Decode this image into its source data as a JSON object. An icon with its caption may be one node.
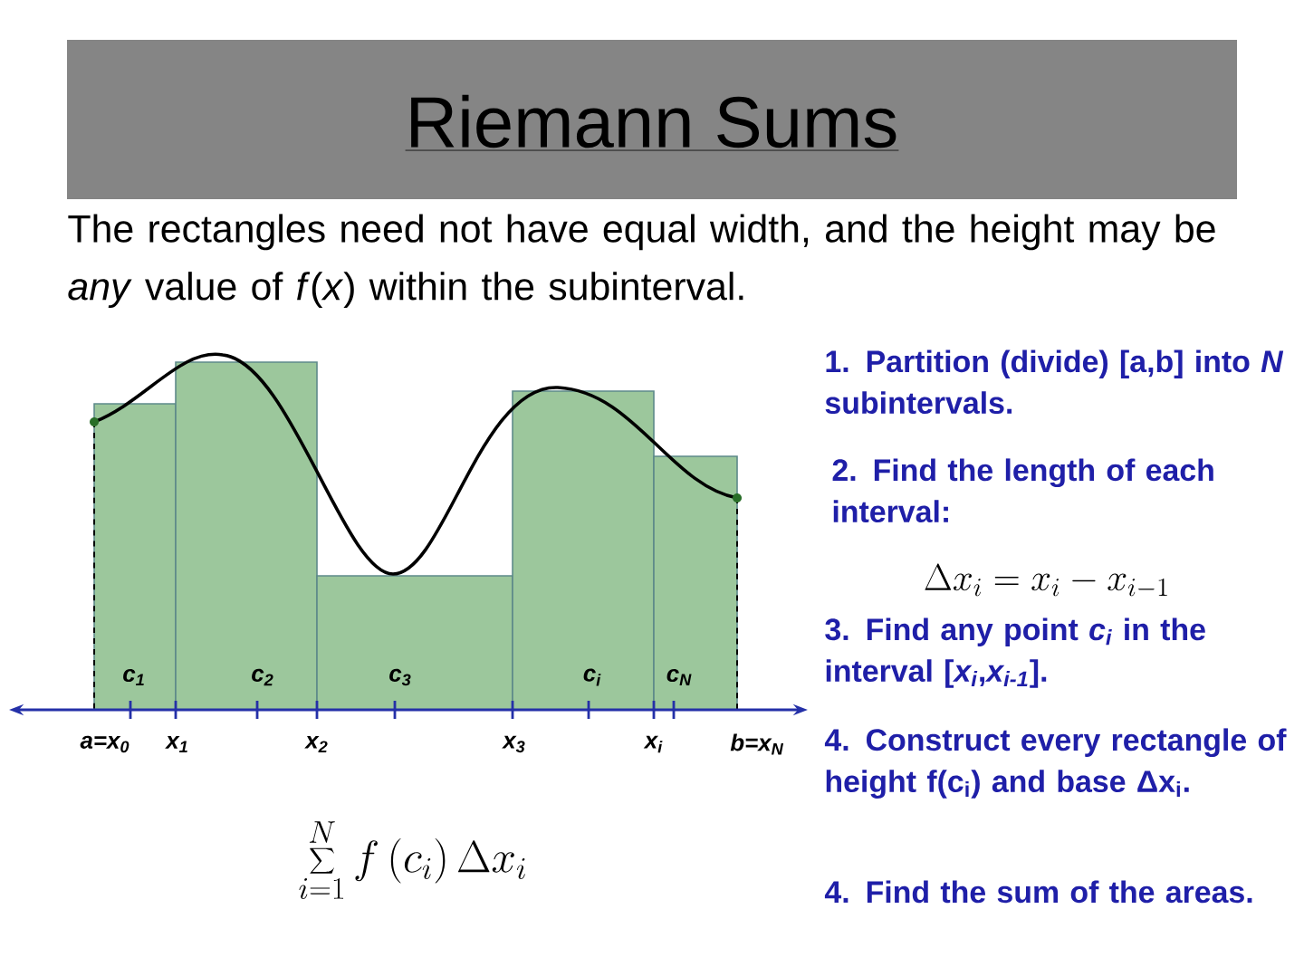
{
  "diagram": {
    "title": "Riemann Sums",
    "labels": [
      "The rectangles need not have equal width, and the height may be *any* value of *f*(*x*) within the subinterval.",
      "c$_{1}$",
      "c$_{2}$",
      "c$_{3}$",
      "c$_{i}$",
      "c$_{N}$",
      "a=x$_{0}$",
      "x$_{1}$",
      "x$_{2}$",
      "x$_{3}$",
      "x$_{i}$",
      "b=x$_{N}$",
      "1. Partition (divide) [a,b] into *N* subintervals.",
      "2. Find the length of each interval:",
      "\\Delta x_i = x_i - x_{i-1}",
      "3. Find any point *c$_{i}$* in the interval [*x$_{i}$*,*x$_{i-1}$*].",
      "4. Construct every rectangle of height f(c$_{i}$) and base Δx$_{i}$.",
      "4. Find the sum of the areas.",
      "\\sum_{i=1}^{N} f\\left(c_i\\right)\\Delta x_i"
    ]
  }
}
